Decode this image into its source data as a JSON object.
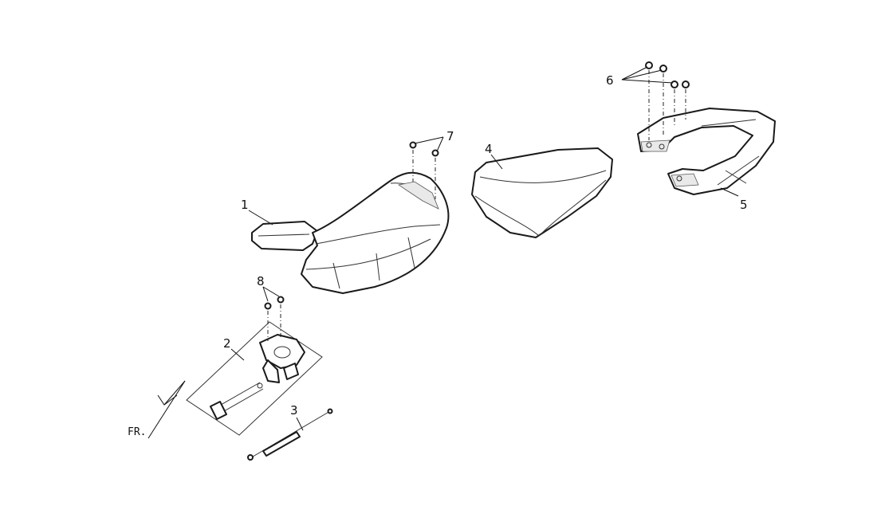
{
  "callouts": {
    "c1": "1",
    "c2": "2",
    "c3": "3",
    "c4": "4",
    "c5": "5",
    "c6": "6",
    "c7": "7",
    "c8": "8"
  },
  "direction_label": "FR."
}
